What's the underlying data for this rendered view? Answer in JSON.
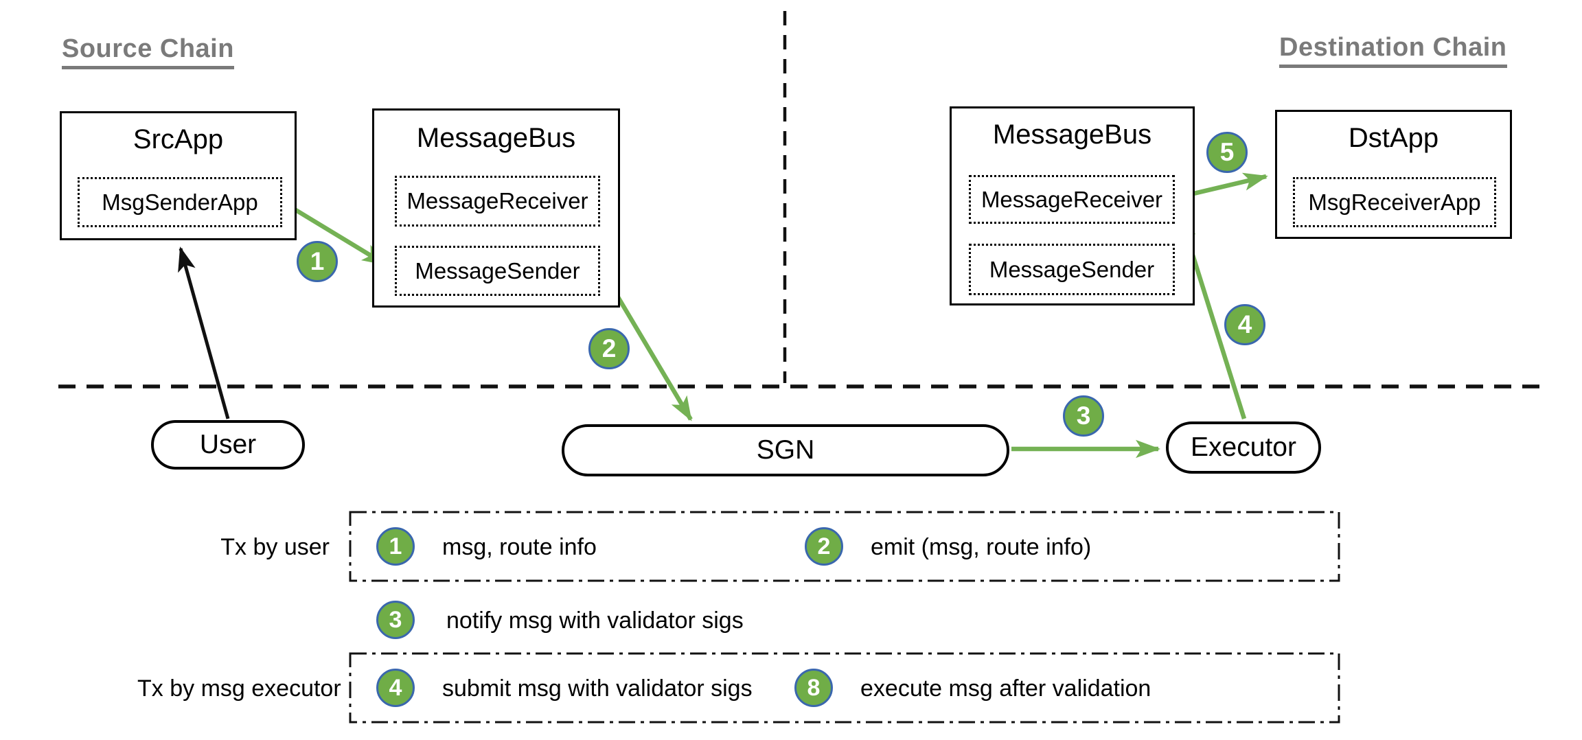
{
  "headers": {
    "source": "Source Chain",
    "destination": "Destination Chain"
  },
  "boxes": {
    "src_app": {
      "title": "SrcApp",
      "inner": [
        "MsgSenderApp"
      ]
    },
    "message_bus_left": {
      "title": "MessageBus",
      "inner": [
        "MessageReceiver",
        "MessageSender"
      ]
    },
    "message_bus_right": {
      "title": "MessageBus",
      "inner": [
        "MessageReceiver",
        "MessageSender"
      ]
    },
    "dst_app": {
      "title": "DstApp",
      "inner": [
        "MsgReceiverApp"
      ]
    }
  },
  "actors": {
    "user": "User",
    "sgn": "SGN",
    "executor": "Executor"
  },
  "flow_badges": {
    "step1": "1",
    "step2": "2",
    "step3": "3",
    "step4": "4",
    "step5": "5"
  },
  "legend": {
    "group1_label": "Tx by user",
    "group2_label": "Tx by msg executor",
    "items": [
      {
        "num": "1",
        "text": "msg, route info"
      },
      {
        "num": "2",
        "text": "emit (msg, route info)"
      },
      {
        "num": "3",
        "text": "notify msg with validator sigs"
      },
      {
        "num": "4",
        "text": "submit msg with validator sigs"
      },
      {
        "num": "8",
        "text": "execute msg after validation"
      }
    ]
  },
  "colors": {
    "badge_fill": "#70AD47",
    "badge_border": "#3A67AD",
    "arrow_green": "#74B154",
    "heading_gray": "#7A7A7A",
    "line_black": "#111111"
  }
}
